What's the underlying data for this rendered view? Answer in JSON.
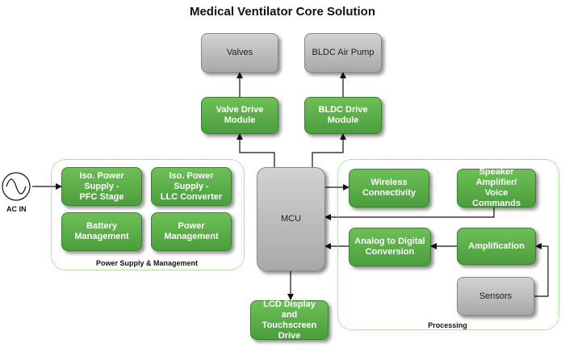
{
  "title": "Medical Ventilator Core Solution",
  "groups": {
    "power": "Power Supply & Management",
    "processing": "Processing"
  },
  "ac_in": "AC IN",
  "blocks": {
    "valves": "Valves",
    "bldc_pump": "BLDC Air Pump",
    "valve_drive": "Valve Drive Module",
    "bldc_drive": "BLDC Drive Module",
    "pfc": "Iso. Power Supply -\nPFC Stage",
    "llc": "Iso. Power Supply -\nLLC Converter",
    "battery": "Battery\nManagement",
    "power_mgmt": "Power\nManagement",
    "mcu": "MCU",
    "wireless": "Wireless\nConnectivity",
    "speaker": "Speaker Amplifier/\nVoice Commands",
    "adc": "Analog to Digital\nConversion",
    "amplification": "Amplification",
    "sensors": "Sensors",
    "lcd": "LCD Display and\nTouchscreen Drive"
  },
  "colors": {
    "green_block": "#5aae48",
    "gray_block": "#b9b9b9",
    "group_border": "#6fbf5f"
  }
}
